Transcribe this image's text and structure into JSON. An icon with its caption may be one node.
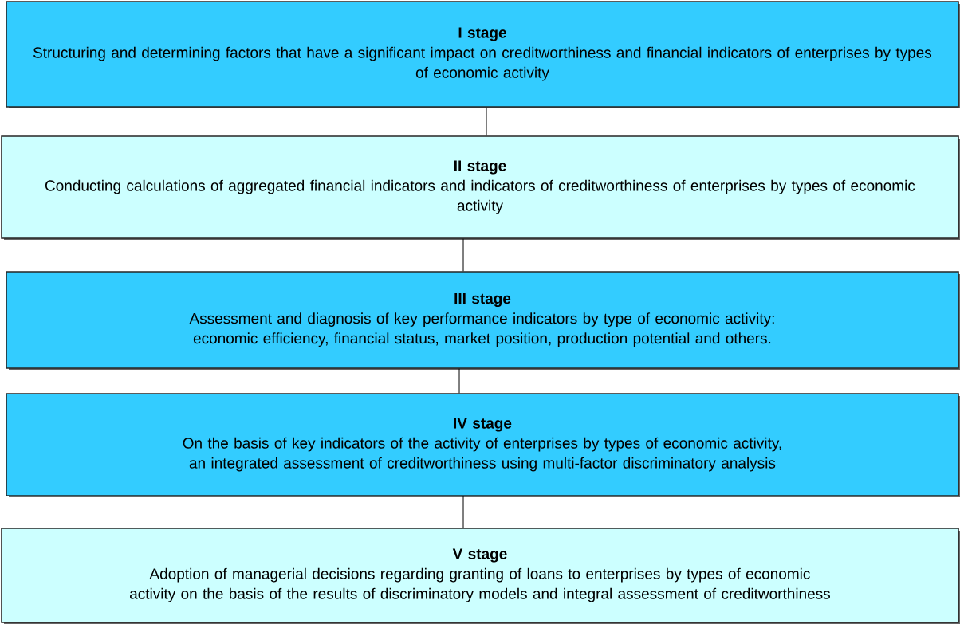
{
  "diagram": {
    "nodes": [
      {
        "text": [
          "I stage",
          "Structuring and determining factors that have a significant impact on creditworthiness and financial indicators of enterprises by types of economic activity"
        ]
      },
      {
        "text": [
          "II stage",
          "Conducting calculations of aggregated financial indicators and indicators of creditworthiness of enterprises by types of economic activity"
        ]
      },
      {
        "text": [
          "III stage",
          "Assessment and diagnosis of key performance indicators by type of economic activity: economic efficiency, financial status, market position, production potential and others."
        ]
      },
      {
        "text": [
          "IV stage",
          "On the basis of key indicators of the activity of enterprises by types of economic activity, an integrated assessment of creditworthiness using multi-factor discriminatory analysis"
        ]
      },
      {
        "text": [
          "V stage",
          "Adoption of managerial decisions regarding granting of loans to enterprises by types of economic activity on the basis of the results of discriminatory models and integral assessment of creditworthiness"
        ]
      }
    ],
    "edges": [
      {
        "from": 0,
        "to": 1,
        "arrow": "none"
      },
      {
        "from": 1,
        "to": 2,
        "arrow": "none"
      },
      {
        "from": 2,
        "to": 3,
        "arrow": "none"
      },
      {
        "from": 3,
        "to": 4,
        "arrow": "none"
      }
    ]
  }
}
